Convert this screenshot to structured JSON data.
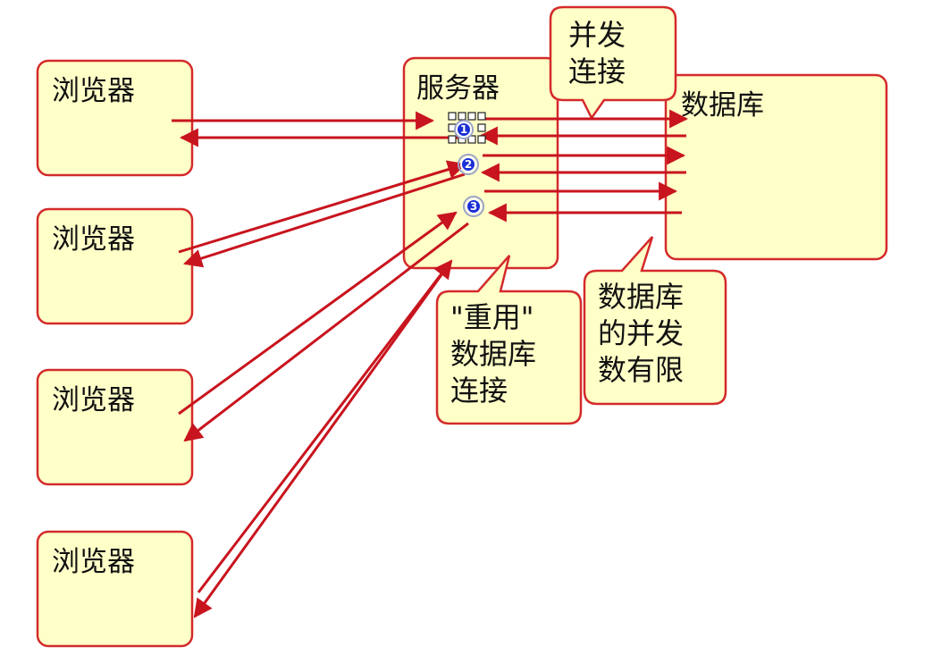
{
  "colors": {
    "box_fill": "#ffffc8",
    "box_border": "#d42a2a",
    "arrow": "#c8141e",
    "badge": "#1a2fd6",
    "text": "#111111"
  },
  "browsers": [
    {
      "label": "浏览器"
    },
    {
      "label": "浏览器"
    },
    {
      "label": "浏览器"
    },
    {
      "label": "浏览器"
    }
  ],
  "server": {
    "label": "服务器"
  },
  "database": {
    "label": "数据库"
  },
  "callouts": {
    "concurrent_connection": [
      "并发",
      "连接"
    ],
    "reuse_connection": [
      "\"重用\"",
      "数据库",
      "连接"
    ],
    "db_concurrency_limit": [
      "数据库",
      "的并发",
      "数有限"
    ]
  },
  "badges": [
    "1",
    "2",
    "3"
  ]
}
